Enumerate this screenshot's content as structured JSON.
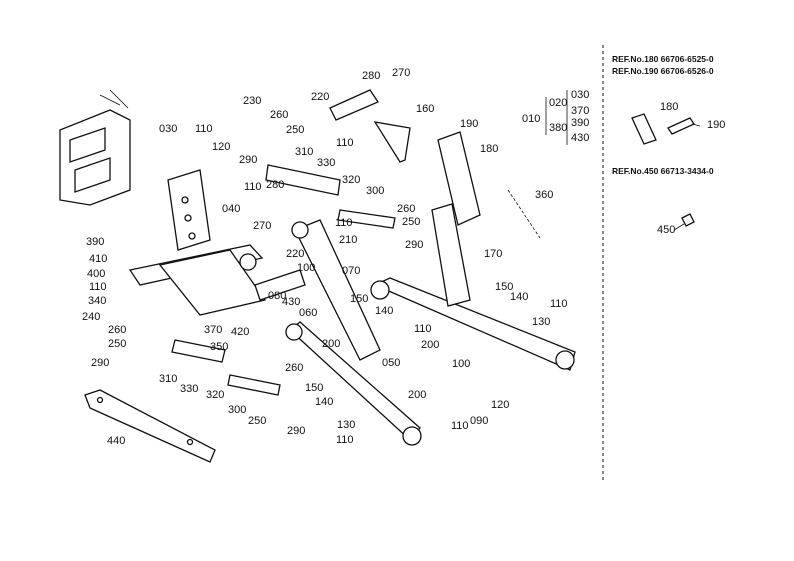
{
  "references": [
    {
      "text": "REF.No.180  66706-6525-0"
    },
    {
      "text": "REF.No.190  66706-6526-0"
    },
    {
      "text": "REF.No.450  66713-3434-0"
    }
  ],
  "group": {
    "prefix": "010",
    "col1": [
      "020",
      "380"
    ],
    "col2": [
      "030",
      "370",
      "390",
      "430"
    ]
  },
  "inset_labels": {
    "a": "180",
    "b": "190",
    "c": "450"
  },
  "callouts": [
    {
      "text": "230"
    },
    {
      "text": "220"
    },
    {
      "text": "280"
    },
    {
      "text": "270"
    },
    {
      "text": "160"
    },
    {
      "text": "110"
    },
    {
      "text": "190"
    },
    {
      "text": "180"
    },
    {
      "text": "030"
    },
    {
      "text": "110"
    },
    {
      "text": "260"
    },
    {
      "text": "120"
    },
    {
      "text": "250"
    },
    {
      "text": "290"
    },
    {
      "text": "310"
    },
    {
      "text": "330"
    },
    {
      "text": "110"
    },
    {
      "text": "280"
    },
    {
      "text": "320"
    },
    {
      "text": "300"
    },
    {
      "text": "260"
    },
    {
      "text": "250"
    },
    {
      "text": "040"
    },
    {
      "text": "110"
    },
    {
      "text": "270"
    },
    {
      "text": "210"
    },
    {
      "text": "290"
    },
    {
      "text": "360"
    },
    {
      "text": "220"
    },
    {
      "text": "100"
    },
    {
      "text": "070"
    },
    {
      "text": "170"
    },
    {
      "text": "390"
    },
    {
      "text": "410"
    },
    {
      "text": "400"
    },
    {
      "text": "110"
    },
    {
      "text": "340"
    },
    {
      "text": "240"
    },
    {
      "text": "150"
    },
    {
      "text": "140"
    },
    {
      "text": "110"
    },
    {
      "text": "080"
    },
    {
      "text": "430"
    },
    {
      "text": "060"
    },
    {
      "text": "150"
    },
    {
      "text": "140"
    },
    {
      "text": "130"
    },
    {
      "text": "260"
    },
    {
      "text": "250"
    },
    {
      "text": "370"
    },
    {
      "text": "420"
    },
    {
      "text": "110"
    },
    {
      "text": "200"
    },
    {
      "text": "290"
    },
    {
      "text": "350"
    },
    {
      "text": "050"
    },
    {
      "text": "200"
    },
    {
      "text": "100"
    },
    {
      "text": "310"
    },
    {
      "text": "330"
    },
    {
      "text": "320"
    },
    {
      "text": "260"
    },
    {
      "text": "150"
    },
    {
      "text": "140"
    },
    {
      "text": "200"
    },
    {
      "text": "120"
    },
    {
      "text": "300"
    },
    {
      "text": "250"
    },
    {
      "text": "290"
    },
    {
      "text": "130"
    },
    {
      "text": "110"
    },
    {
      "text": "110"
    },
    {
      "text": "090"
    },
    {
      "text": "440"
    }
  ]
}
